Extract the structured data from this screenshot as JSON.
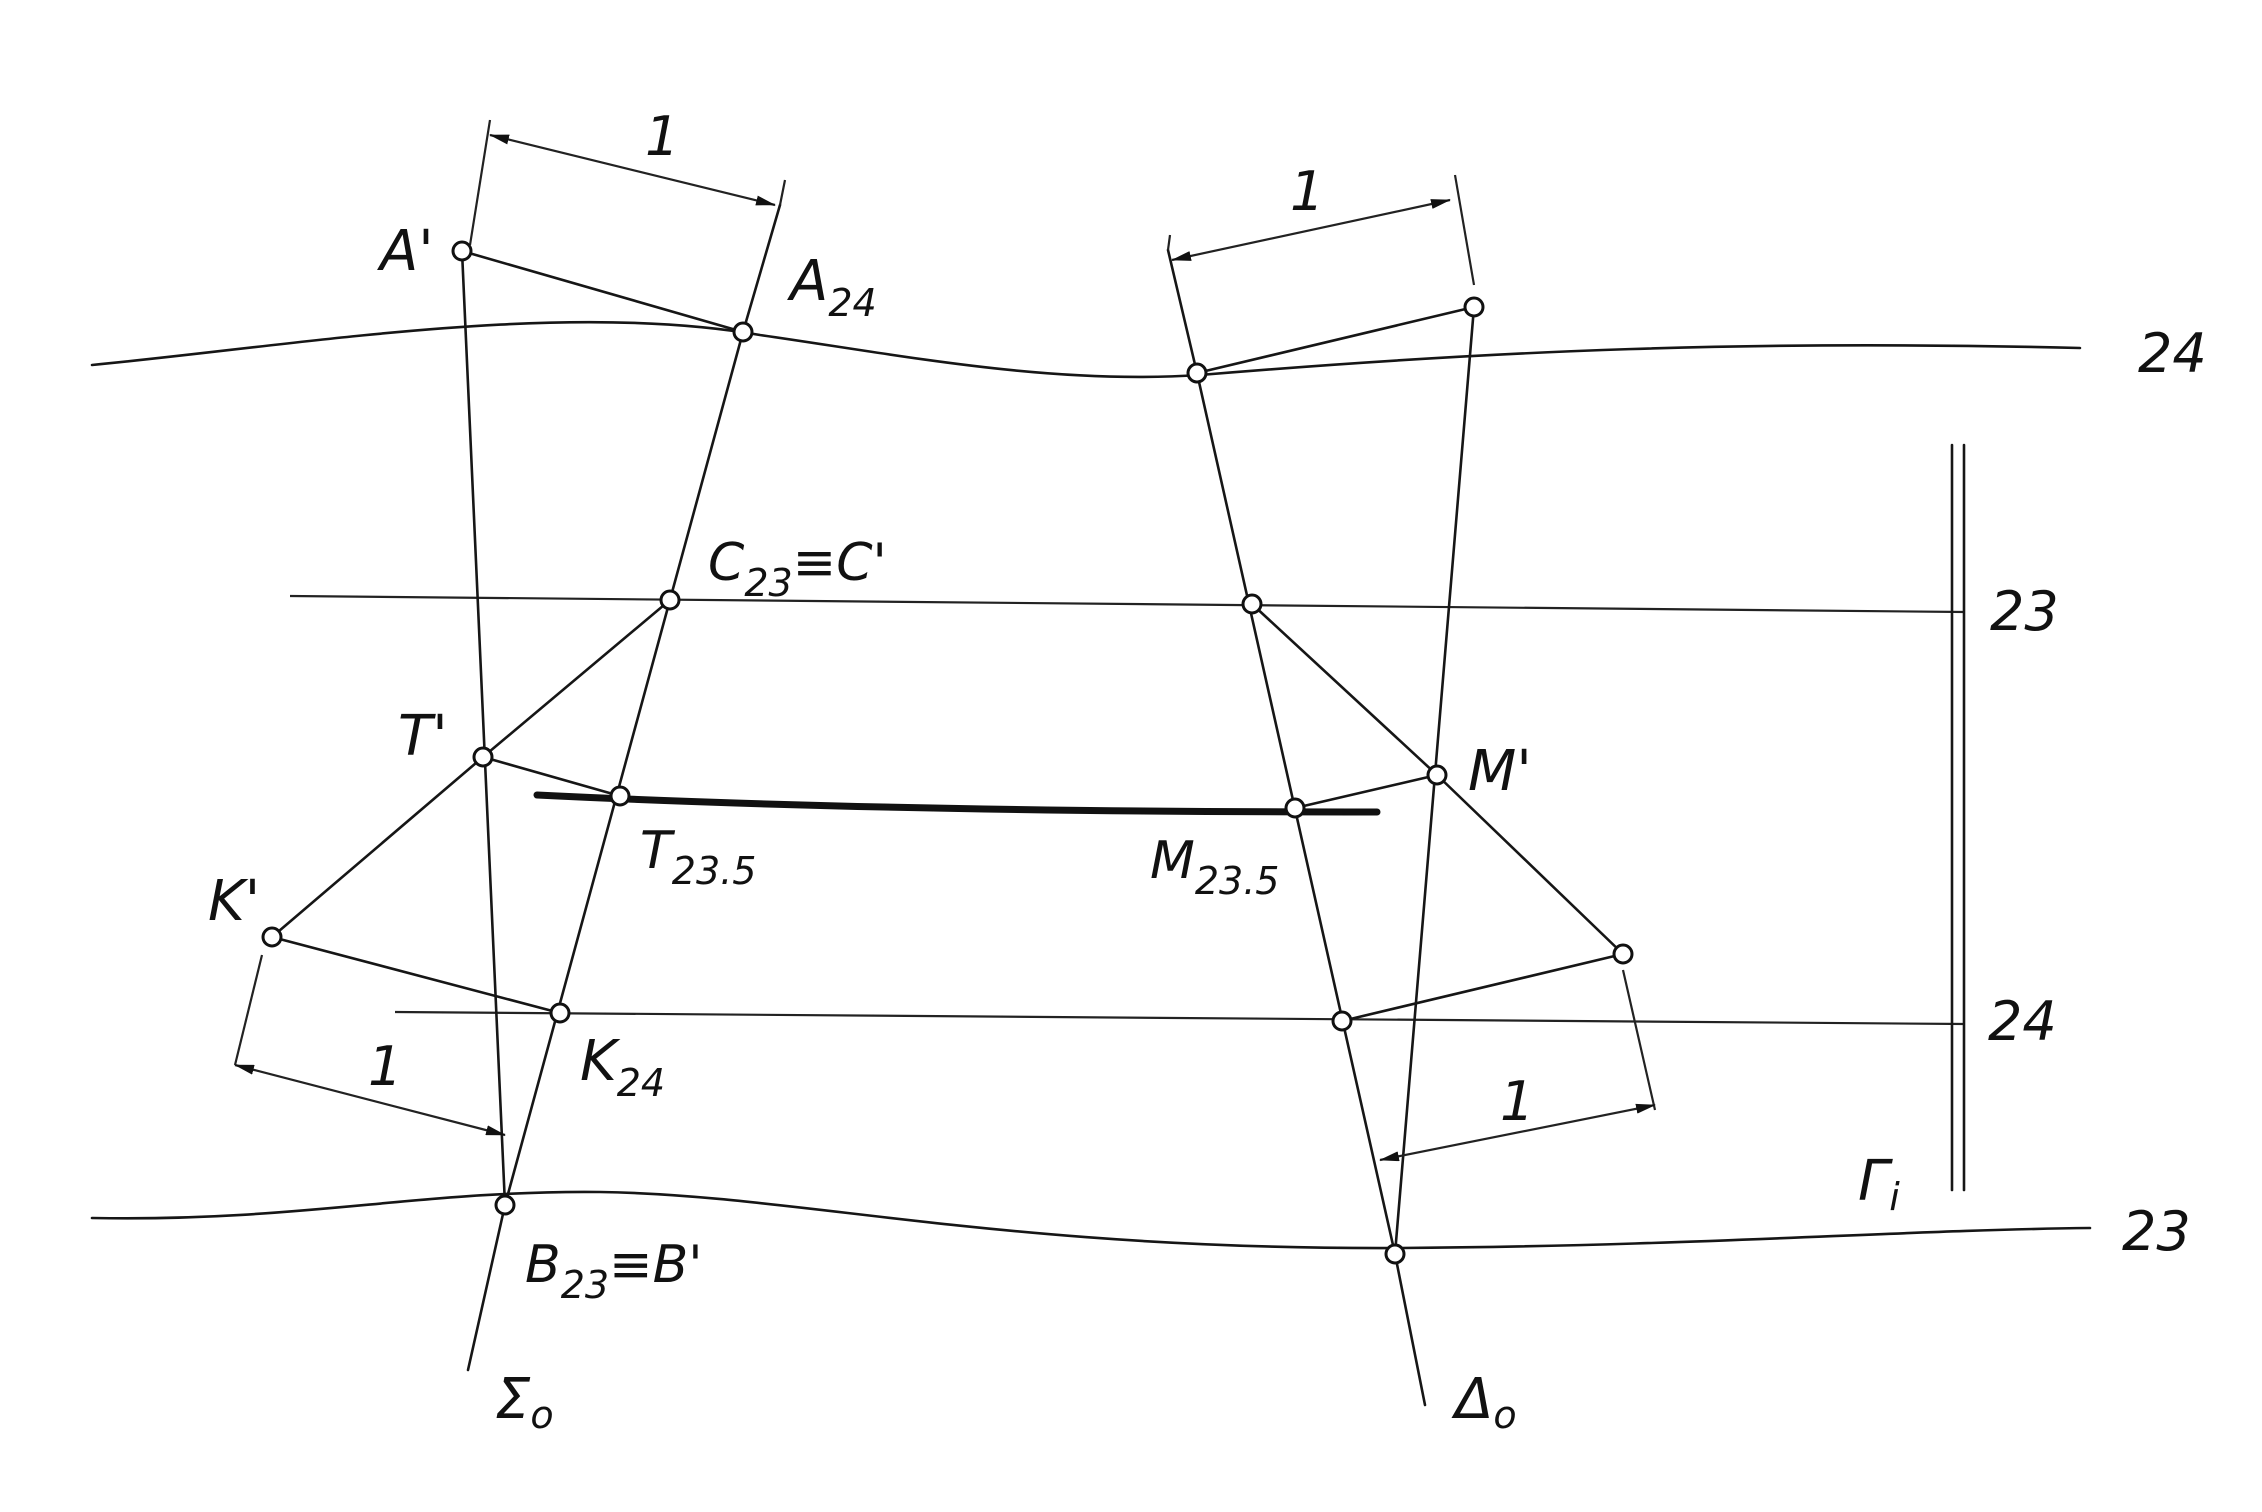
{
  "labels": {
    "A_prime": "A'",
    "A24_base": "A",
    "A24_sub": "24",
    "C23_base": "C",
    "C23_sub": "23",
    "C23_rest": "≡C'",
    "T_prime": "T'",
    "T235_base": "T",
    "T235_sub": "23.5",
    "K_prime": "K'",
    "K24_base": "K",
    "K24_sub": "24",
    "B23_base": "B",
    "B23_sub": "23",
    "B23_rest": "≡B'",
    "Sigma0_base": "Σ",
    "Sigma0_sub": "o",
    "M_prime": "M'",
    "M235_base": "M",
    "M235_sub": "23.5",
    "Delta0_base": "Δ",
    "Delta0_sub": "o",
    "Gamma_base": "Γ",
    "Gamma_sub": "i"
  },
  "levels": {
    "contour_top": "24",
    "h23": "23",
    "h24": "24",
    "contour_bottom": "23"
  },
  "dimensions": {
    "dim_top_left": "1",
    "dim_top_right": "1",
    "dim_bottom_left": "1",
    "dim_bottom_right": "1"
  },
  "colors": {
    "ink": "#111111",
    "paper": "#ffffff"
  }
}
